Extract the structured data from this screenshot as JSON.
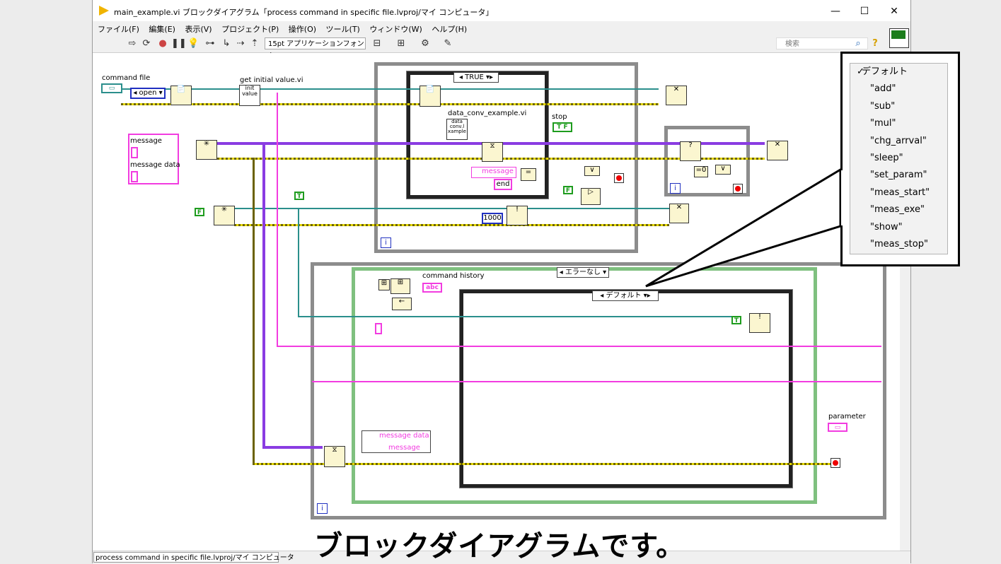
{
  "window": {
    "title": "main_example.vi ブロックダイアグラム「process command in specific file.lvproj/マイ コンピュータ」",
    "controls": {
      "minimize": "—",
      "maximize": "☐",
      "close": "✕"
    }
  },
  "menu": [
    "ファイル(F)",
    "編集(E)",
    "表示(V)",
    "プロジェクト(P)",
    "操作(O)",
    "ツール(T)",
    "ウィンドウ(W)",
    "ヘルプ(H)"
  ],
  "toolbar": {
    "font": "15pt アプリケーションフォント",
    "search_placeholder": "検索"
  },
  "diagram": {
    "labels": {
      "command_file": "command file",
      "open": "open",
      "get_initial_value": "get initial value.vi",
      "init_value": "init value",
      "case_true": "TRUE",
      "data_conv": "data_conv_example.vi",
      "data_conv_icon": "data conv.l xample",
      "stop": "stop",
      "message": "message",
      "message_data": "message data",
      "msg_field": "message",
      "end": "end",
      "t_const": "T",
      "f_const": "F",
      "timeout": "1000",
      "tf": "T F",
      "no_error": "エラーなし",
      "default_case": "デフォルト",
      "command_history": "command history",
      "abc": "abc",
      "cluster_message_data": "message data",
      "cluster_message": "message",
      "parameter": "parameter",
      "iter": "i"
    }
  },
  "case_menu": {
    "selected": "デフォルト",
    "items": [
      "デフォルト",
      "\"add\"",
      "\"sub\"",
      "\"mul\"",
      "\"chg_arrval\"",
      "\"sleep\"",
      "\"set_param\"",
      "\"meas_start\"",
      "\"meas_exe\"",
      "\"show\"",
      "\"meas_stop\""
    ]
  },
  "status": {
    "path": "process command in specific file.lvproj/マイ コンピュータ"
  },
  "caption": "ブロックダイアグラムです。"
}
